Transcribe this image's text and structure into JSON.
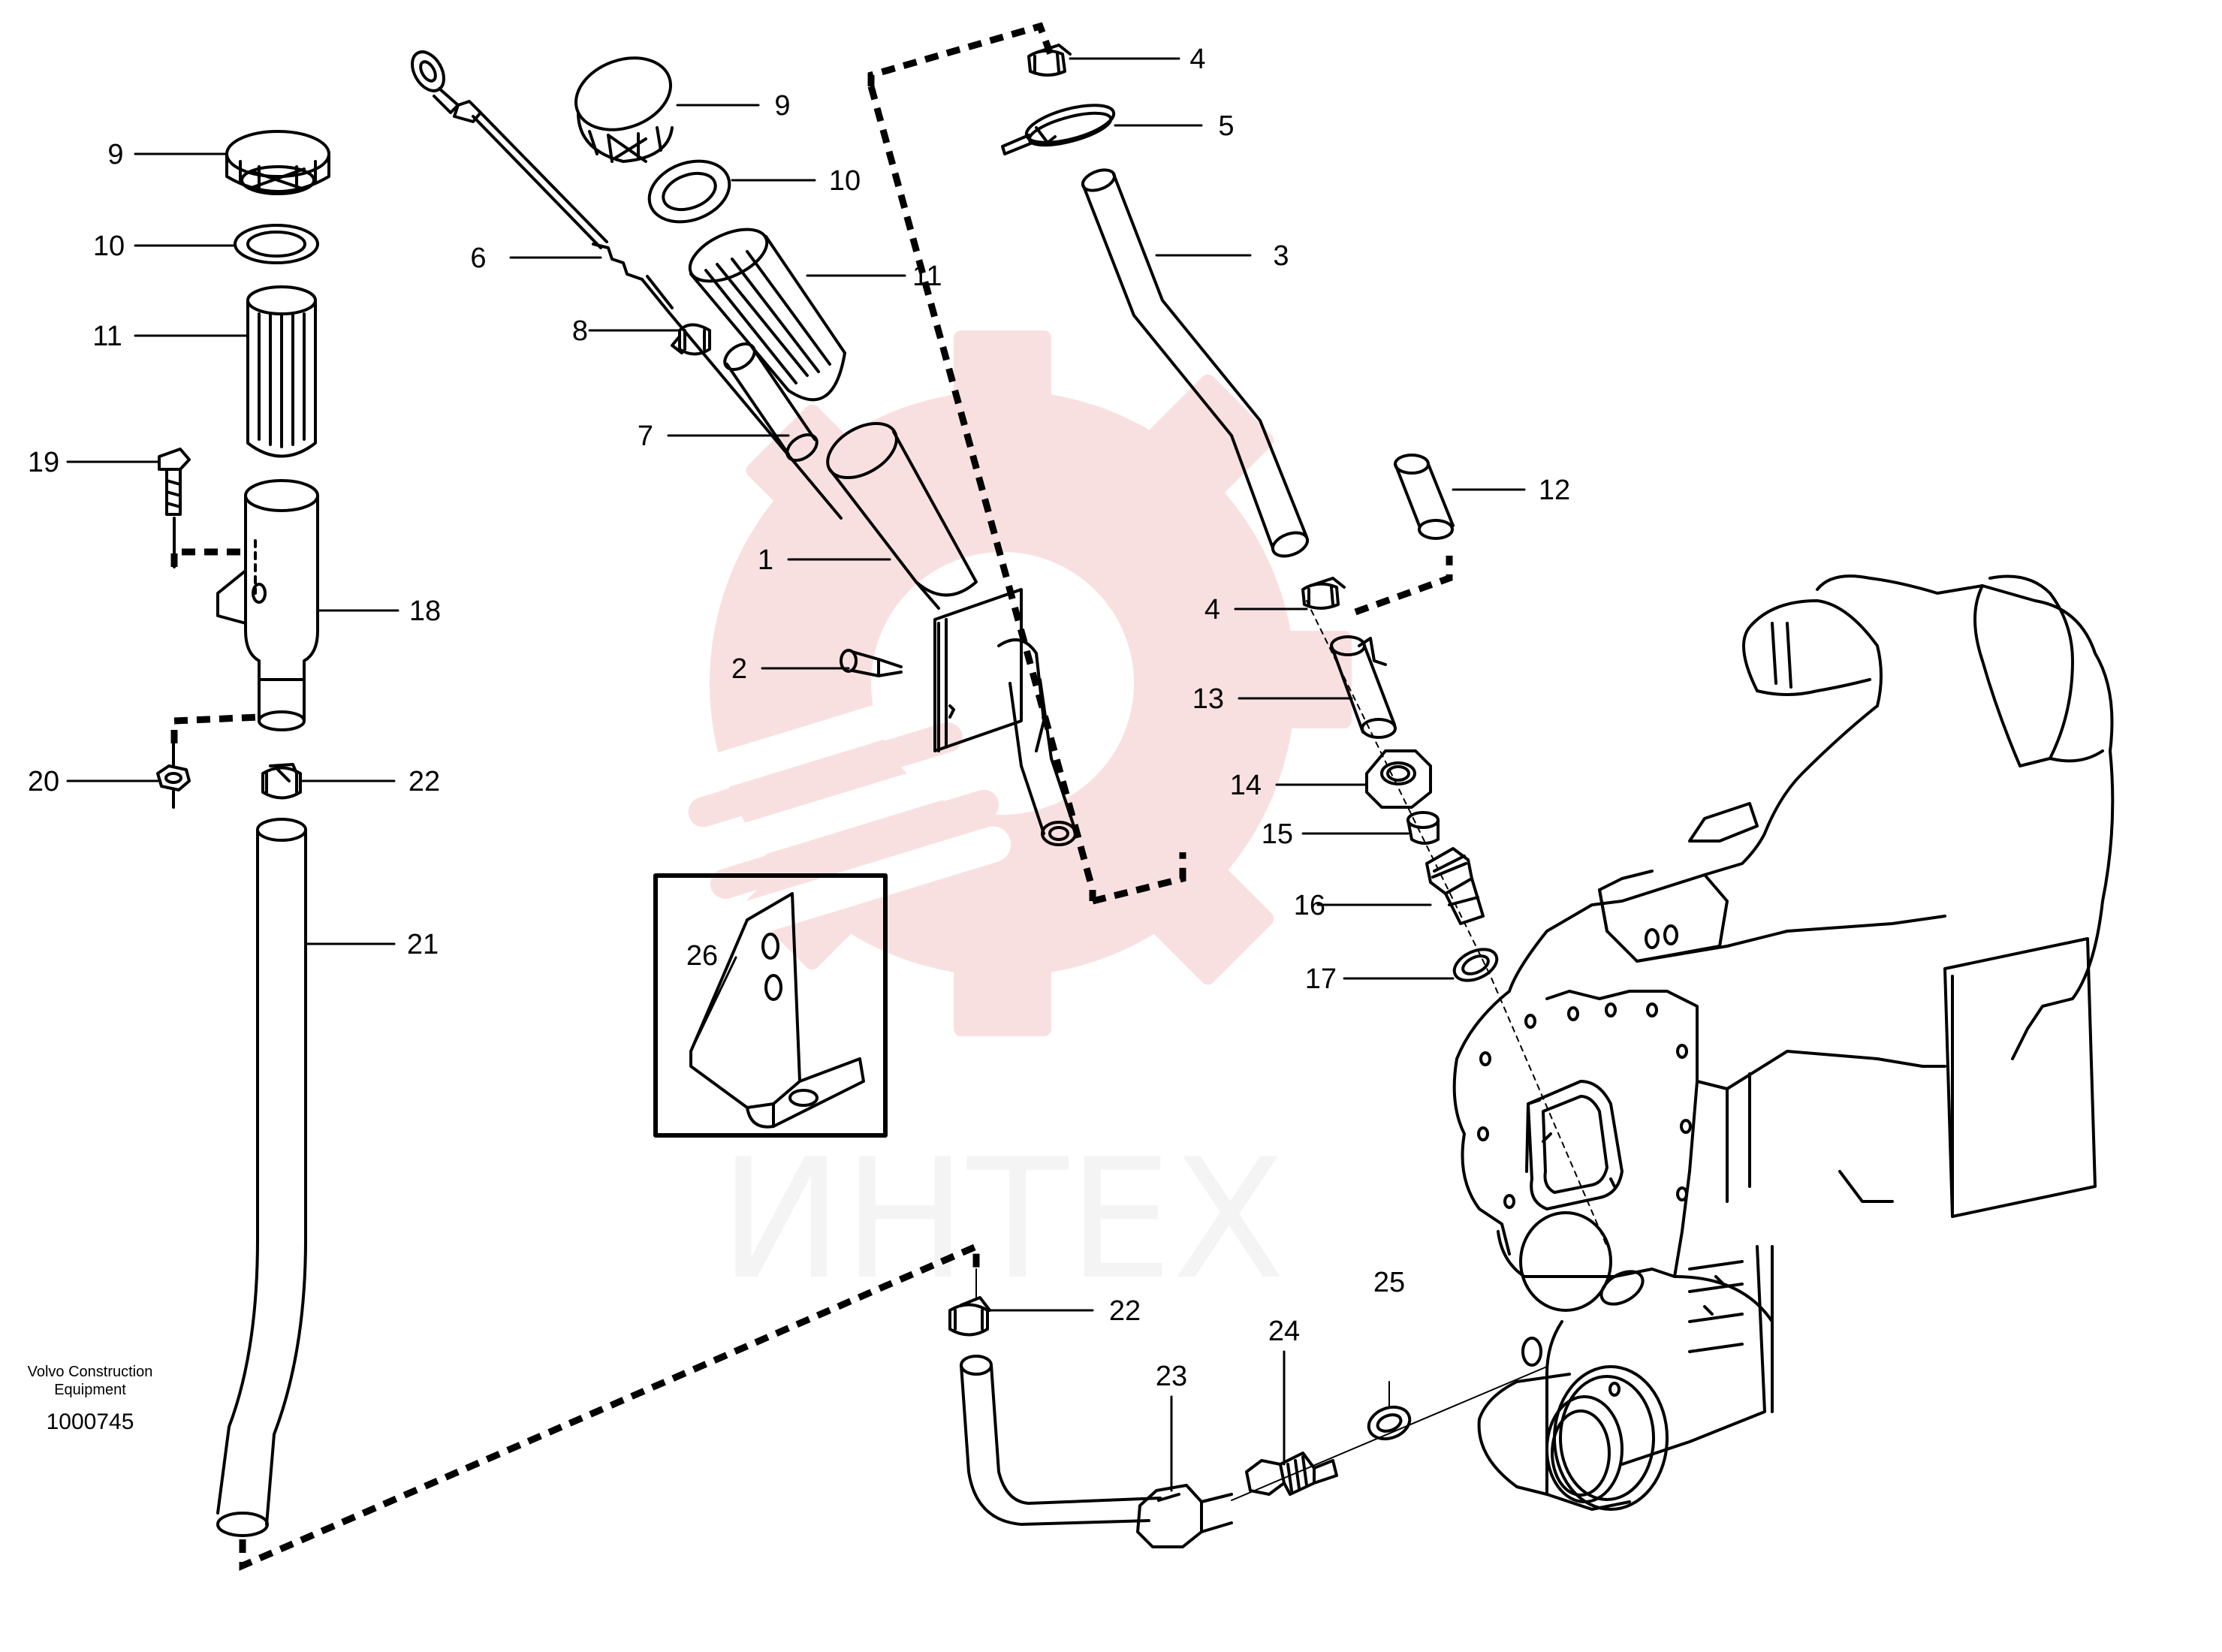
{
  "credit": {
    "line1": "Volvo Construction",
    "line2": "Equipment",
    "number": "1000745"
  },
  "watermark": {
    "text": "ИНТЕХ"
  },
  "callouts": {
    "c1": "1",
    "c2": "2",
    "c3": "3",
    "c4a": "4",
    "c4b": "4",
    "c5": "5",
    "c6": "6",
    "c7": "7",
    "c8": "8",
    "c9a": "9",
    "c9b": "9",
    "c10a": "10",
    "c10b": "10",
    "c11a": "11",
    "c11b": "11",
    "c12": "12",
    "c13": "13",
    "c14": "14",
    "c15": "15",
    "c16": "16",
    "c17": "17",
    "c18": "18",
    "c19": "19",
    "c20": "20",
    "c21": "21",
    "c22a": "22",
    "c22b": "22",
    "c23": "23",
    "c24": "24",
    "c25": "25",
    "c26": "26"
  },
  "colors": {
    "line": "#000000",
    "watermark_gear": "#f5c6c6",
    "watermark_text": "#d4d4d4"
  }
}
